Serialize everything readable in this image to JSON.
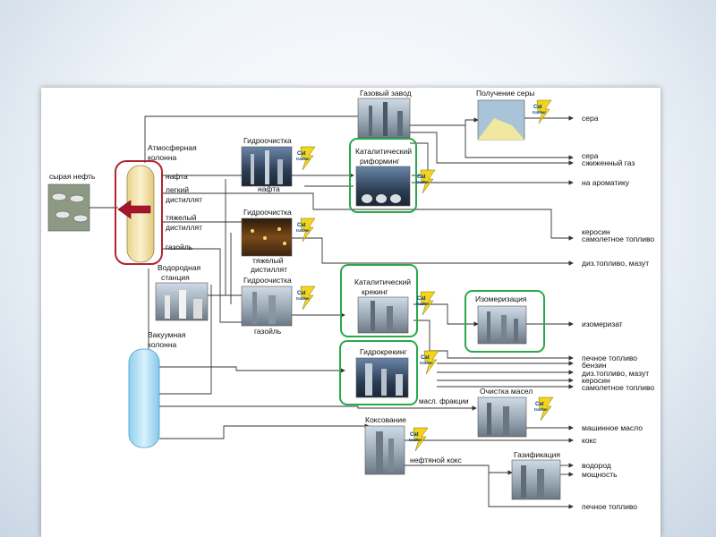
{
  "inputs": {
    "crude_oil": "сырая нефть",
    "atmospheric_column": [
      "Атмосферная",
      "колонна"
    ],
    "vacuum_column": [
      "Вакуумная",
      "колонна"
    ],
    "hydrogen_station": [
      "Водородная",
      "станция"
    ]
  },
  "column_fractions": {
    "naphtha": "нафта",
    "light_distillate": [
      "легкий",
      "дистиллят"
    ],
    "heavy_distillate": [
      "тяжелый",
      "дистиллят"
    ],
    "gasoil": "газойль"
  },
  "units": {
    "gas_plant": "Газовый завод",
    "sulfur_recovery": "Получение серы",
    "hydrotreating_1": "Гидроочистка",
    "hydrotreating_2": "Гидроочистка",
    "hydrotreating_3": "Гидроочистка",
    "catalytic_reforming": [
      "Каталитический",
      "риформинг"
    ],
    "catalytic_cracking": [
      "Каталитический",
      "крекинг"
    ],
    "isomerization": "Изомеризация",
    "hydrocracking": "Гидрокрекинг",
    "oil_purification": "Очистка масел",
    "coking": "Коксование",
    "gasification": "Газификация"
  },
  "stream_labels": {
    "naphtha_out": "нафта",
    "heavy_distillate_out": [
      "тяжелый",
      "дистиллят"
    ],
    "gasoil_out": "газойль",
    "oil_fractions": "масл. фракции",
    "petroleum_coke": "нефтяной кокс"
  },
  "products": {
    "sulfur_1": "сера",
    "sulfur_2": "сера",
    "liquefied_gas": "сжиженный газ",
    "to_aromatics": "на ароматику",
    "kerosene_1": "керосин",
    "jet_fuel_1": "самолетное топливо",
    "diesel_fuel_oil_1": "диз.топливо, мазут",
    "isomerate": "изомеризат",
    "stove_fuel_1": "печное топливо",
    "gasoline": "бензин",
    "diesel_fuel_oil_2": "диз.топливо, мазут",
    "kerosene_2": "керосин",
    "jet_fuel_2": "самолетное топливо",
    "motor_oil": "машинное масло",
    "coke": "кокс",
    "hydrogen": "водород",
    "power": "мощность",
    "stove_fuel_2": "печное топливо"
  },
  "logo_text": [
    "Cat",
    "tracker"
  ],
  "colors": {
    "highlight_red": "#b3242f",
    "highlight_green": "#2aa84a",
    "atm_column_fill": "#f6e7b4",
    "vac_column_fill": "#bfe4f7",
    "arrow_red": "#a8142a",
    "logo_yellow": "#f5d51c"
  }
}
